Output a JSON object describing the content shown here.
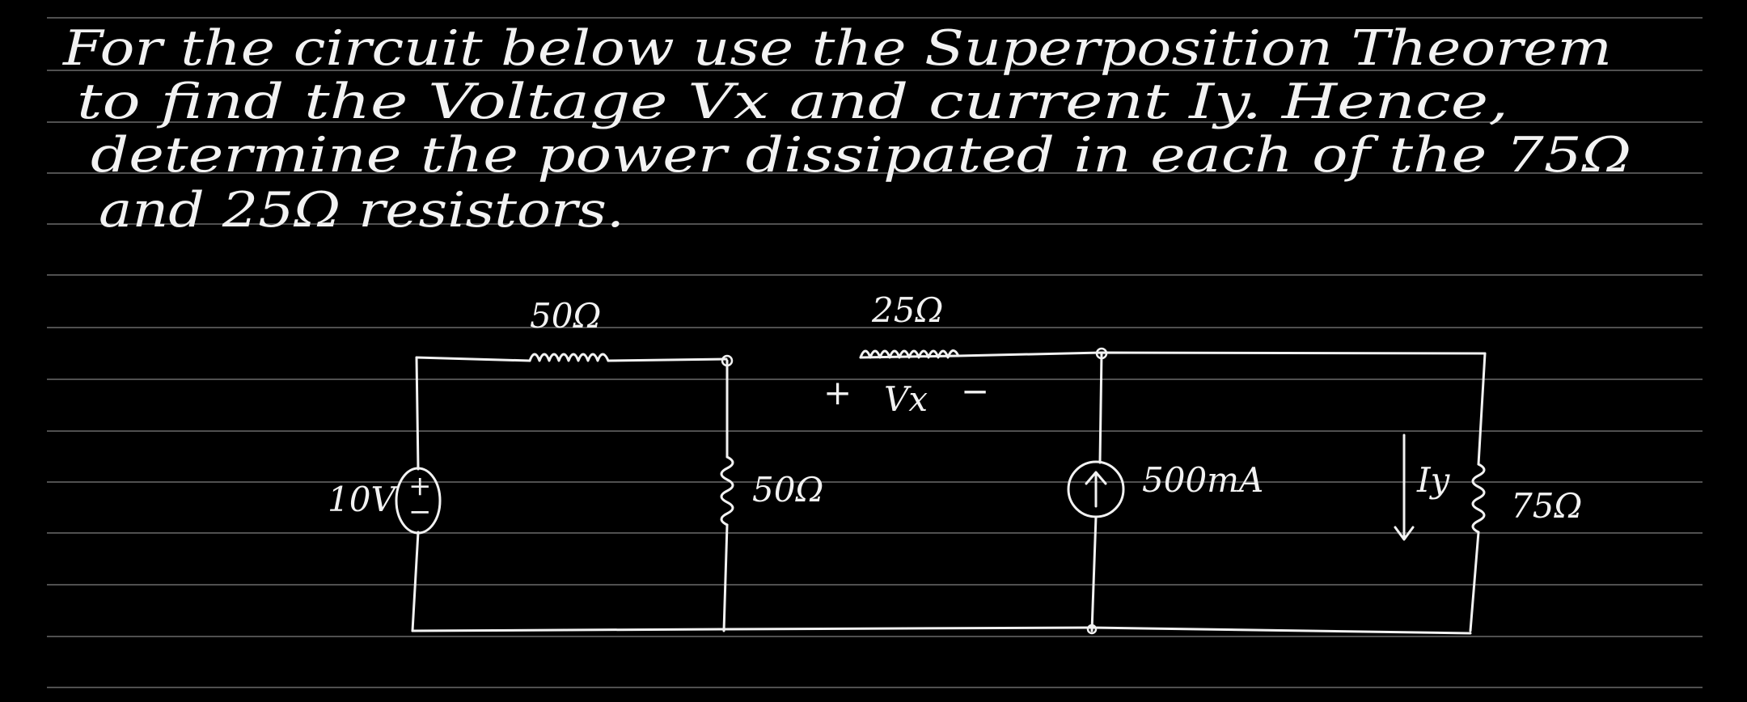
{
  "colors": {
    "background": "#000000",
    "ink": "#f2f2f2",
    "ruled_lines": "#6a6a6a"
  },
  "problem": {
    "line1": "For the circuit below use the Superposition Theorem",
    "line2": "to find the Voltage Vx and current Iy. Hence,",
    "line3": "determine the power dissipated in each of the 75Ω",
    "line4": "and 25Ω resistors."
  },
  "circuit": {
    "r_series_left": "50Ω",
    "r_series_mid": "25Ω",
    "vx_plus": "+",
    "vx_label": "Vx",
    "vx_minus": "−",
    "r_shunt": "50Ω",
    "voltage_source": "10V",
    "voltage_source_plus": "+",
    "voltage_source_minus": "−",
    "current_source": "500mA",
    "iy_label": "Iy",
    "r_load": "75Ω"
  }
}
